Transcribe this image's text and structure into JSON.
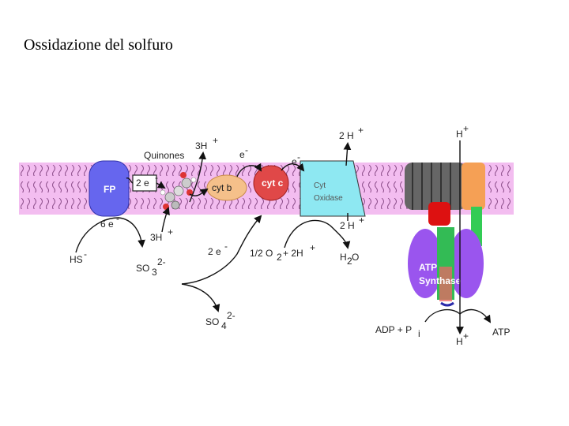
{
  "slide": {
    "title": "Ossidazione del solfuro"
  },
  "diagram": {
    "colors": {
      "membrane": "#f3bdf0",
      "lipid_tail": "#7a3a78",
      "fp": "#6666ee",
      "cyt_b": "#f5c08a",
      "cyt_c": "#e04848",
      "oxidase": "#8ee8f2",
      "atp_synthase": "#9a55ee",
      "rotor": "#666666",
      "stalk": "#33cc55"
    },
    "labels": {
      "fp": "FP",
      "two_e": "2 e",
      "quinones": "Quinones",
      "three_h_top": "3H",
      "cyt_b": "cyt b",
      "cyt_c": "cyt c",
      "e_minus_1": "e",
      "e_minus_2": "e",
      "cyt_oxidase_1": "Cyt",
      "cyt_oxidase_2": "Oxidase",
      "two_h_top": "2 H",
      "h_top": "H",
      "six_e": "6 e",
      "three_h_bottom": "3H",
      "two_h_bottom": "2 H",
      "hs": "HS",
      "so3": "SO",
      "so3_sub": "3",
      "so3_sup": "2-",
      "two_e_bottom": "2 e",
      "half_o2": "1/2 O",
      "o2_sub": "2",
      "plus_2h": "+ 2H",
      "h2o": "H",
      "h2o_sub": "2",
      "h2o_end": "O",
      "so4": "SO",
      "so4_sub": "4",
      "so4_sup": "2-",
      "atp_synthase_1": "ATP",
      "atp_synthase_2": "Synthase",
      "adp_pi": "ADP + P",
      "pi_sub": "i",
      "h_bottom": "H",
      "atp": "ATP"
    }
  }
}
